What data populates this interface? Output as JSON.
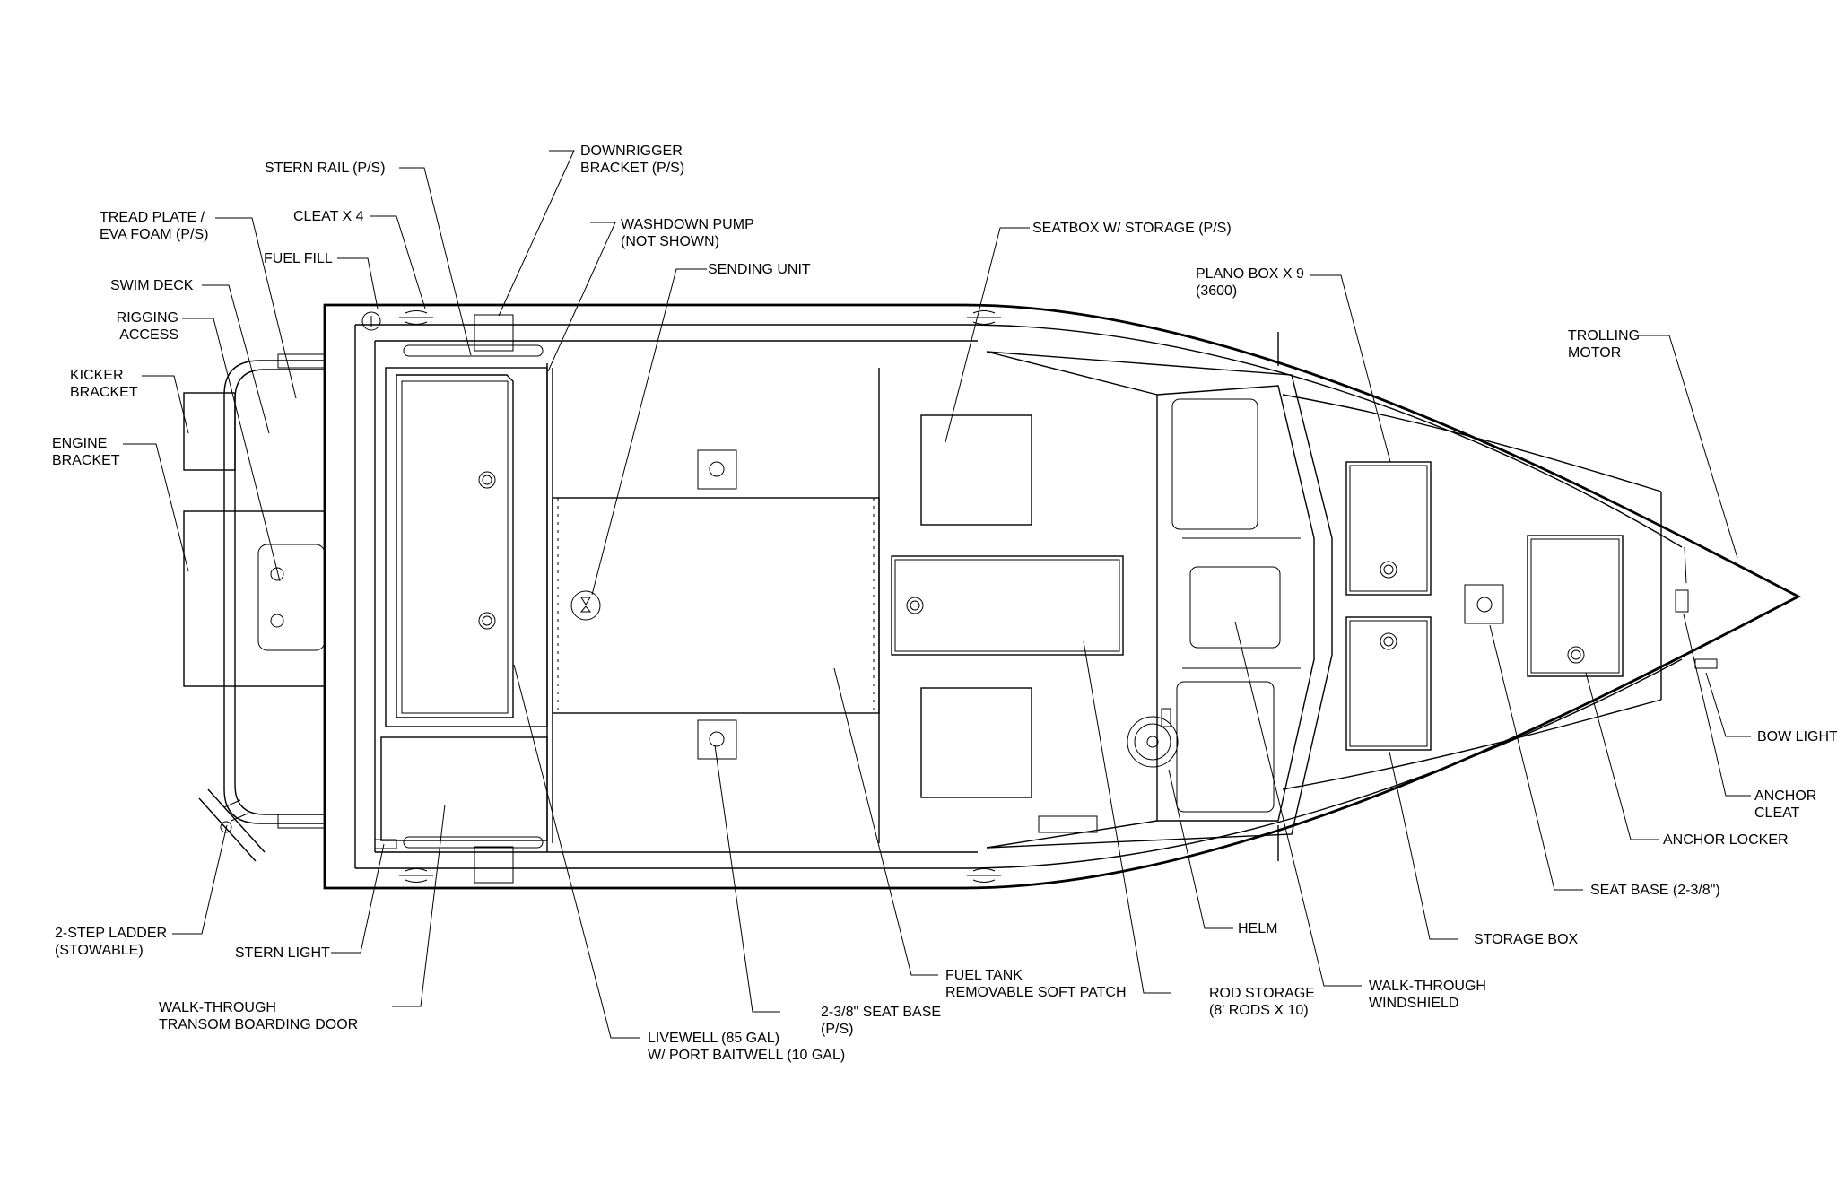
{
  "diagram": {
    "callouts": {
      "stern_rail": [
        "STERN RAIL (P/S)"
      ],
      "downrigger": [
        "DOWNRIGGER",
        "BRACKET (P/S)"
      ],
      "tread_plate": [
        "TREAD PLATE /",
        "EVA FOAM (P/S)"
      ],
      "cleat": [
        "CLEAT X 4"
      ],
      "washdown": [
        "WASHDOWN PUMP",
        "(NOT SHOWN)"
      ],
      "fuel_fill": [
        "FUEL FILL"
      ],
      "sending_unit": [
        "SENDING UNIT"
      ],
      "seatbox": [
        "SEATBOX W/ STORAGE (P/S)"
      ],
      "swim_deck": [
        "SWIM DECK"
      ],
      "plano_box": [
        "PLANO BOX X 9",
        "(3600)"
      ],
      "rigging_access": [
        "RIGGING",
        "ACCESS"
      ],
      "trolling_motor": [
        "TROLLING",
        "MOTOR"
      ],
      "kicker_bracket": [
        "KICKER",
        "BRACKET"
      ],
      "engine_bracket": [
        "ENGINE",
        "BRACKET"
      ],
      "bow_light": [
        "BOW LIGHT"
      ],
      "anchor_cleat": [
        "ANCHOR",
        "CLEAT"
      ],
      "anchor_locker": [
        "ANCHOR LOCKER"
      ],
      "seat_base_right": [
        "SEAT BASE (2-3/8\")"
      ],
      "two_step_ladder": [
        "2-STEP LADDER",
        "(STOWABLE)"
      ],
      "helm": [
        "HELM"
      ],
      "storage_box": [
        "STORAGE BOX"
      ],
      "stern_light": [
        "STERN LIGHT"
      ],
      "fuel_tank": [
        "FUEL TANK",
        "REMOVABLE SOFT PATCH"
      ],
      "rod_storage": [
        "ROD STORAGE",
        "(8' RODS X 10)"
      ],
      "walk_through_windshield": [
        "WALK-THROUGH",
        "WINDSHIELD"
      ],
      "walk_through_door": [
        "WALK-THROUGH",
        "TRANSOM BOARDING DOOR"
      ],
      "seat_base_left": [
        "2-3/8\" SEAT BASE",
        "(P/S)"
      ],
      "livewell": [
        "LIVEWELL (85 GAL)",
        "W/ PORT BAITWELL (10 GAL)"
      ]
    }
  }
}
